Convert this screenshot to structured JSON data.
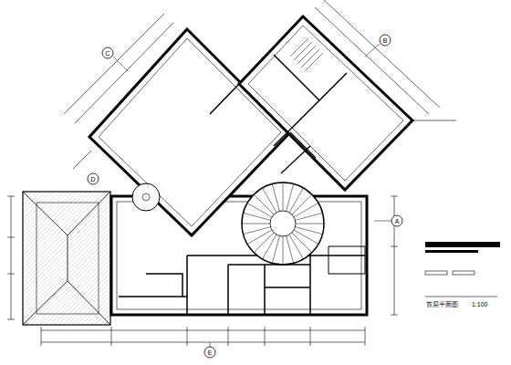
{
  "diagram": {
    "title": "首层平面图",
    "labels": [
      "C",
      "B",
      "A",
      "D",
      "E",
      "1:100"
    ]
  }
}
